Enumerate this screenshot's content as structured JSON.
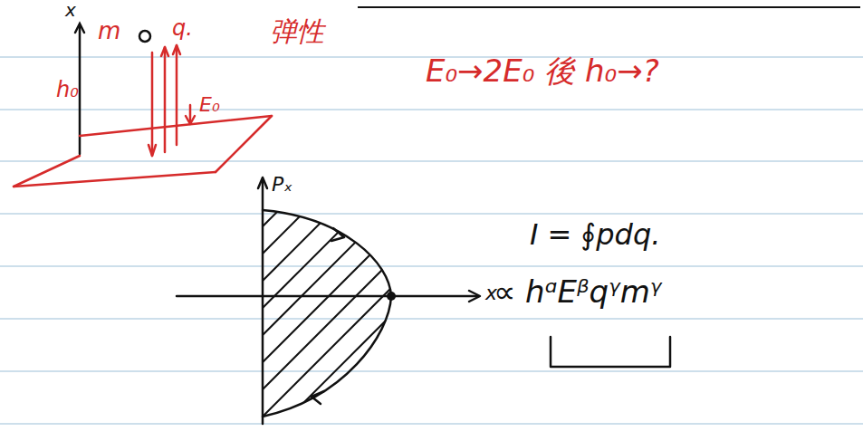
{
  "diagram": {
    "labels": [
      "x",
      "m",
      "q.",
      "h₀",
      "E₀",
      "弹性",
      "E₀→2E₀ 後 h₀→?",
      "Pₓ",
      "x",
      "I = ∮pdq.",
      "∝ hᵅEᵝqᵞmᵞ"
    ]
  }
}
